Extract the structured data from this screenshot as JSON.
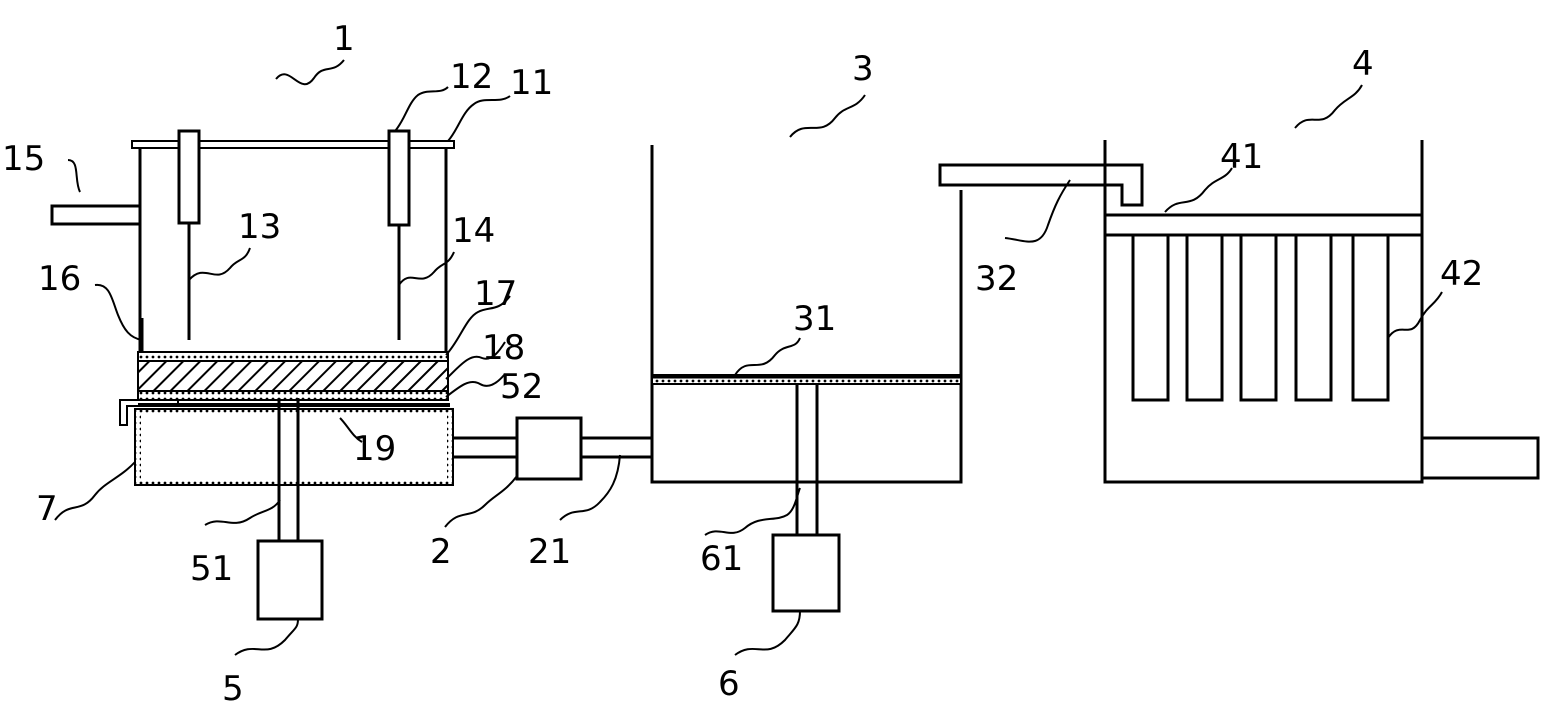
{
  "labels": {
    "l1": "1",
    "l2": "2",
    "l3": "3",
    "l4": "4",
    "l5": "5",
    "l6": "6",
    "l7": "7",
    "l11": "11",
    "l12": "12",
    "l13": "13",
    "l14": "14",
    "l15": "15",
    "l16": "16",
    "l17": "17",
    "l18": "18",
    "l19": "19",
    "l21": "21",
    "l31": "31",
    "l32": "32",
    "l41": "41",
    "l42": "42",
    "l51": "51",
    "l52": "52",
    "l61": "61"
  },
  "colors": {
    "line": "#000000",
    "background": "#ffffff"
  }
}
